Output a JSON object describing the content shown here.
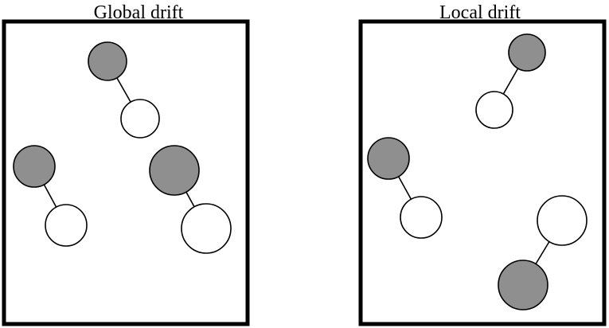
{
  "colors": {
    "frame": "#000000",
    "moved_circle_fill": "#8f8f8f",
    "original_circle_fill": "#ffffff",
    "background": "#ffffff"
  },
  "panels": [
    {
      "title": "Global drift",
      "pairs": [
        {
          "kind": "drifted-pair"
        },
        {
          "kind": "drifted-pair"
        },
        {
          "kind": "drifted-pair"
        }
      ]
    },
    {
      "title": "Local drift",
      "pairs": [
        {
          "kind": "drifted-pair"
        },
        {
          "kind": "drifted-pair"
        },
        {
          "kind": "drifted-pair"
        }
      ]
    }
  ]
}
